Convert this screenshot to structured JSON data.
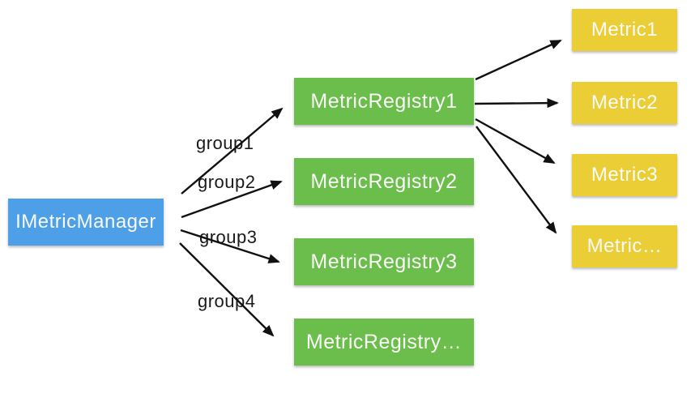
{
  "diagram": {
    "nodes": {
      "manager": {
        "label": "IMetricManager"
      },
      "registries": [
        {
          "label": "MetricRegistry1"
        },
        {
          "label": "MetricRegistry2"
        },
        {
          "label": "MetricRegistry3"
        },
        {
          "label": "MetricRegistry…"
        }
      ],
      "metrics": [
        {
          "label": "Metric1"
        },
        {
          "label": "Metric2"
        },
        {
          "label": "Metric3"
        },
        {
          "label": "Metric…"
        }
      ]
    },
    "edges": {
      "manager_to_registries": [
        {
          "from": "IMetricManager",
          "to": "MetricRegistry1",
          "label": "group1"
        },
        {
          "from": "IMetricManager",
          "to": "MetricRegistry2",
          "label": "group2"
        },
        {
          "from": "IMetricManager",
          "to": "MetricRegistry3",
          "label": "group3"
        },
        {
          "from": "IMetricManager",
          "to": "MetricRegistry…",
          "label": "group4"
        }
      ],
      "registry1_to_metrics": [
        {
          "from": "MetricRegistry1",
          "to": "Metric1"
        },
        {
          "from": "MetricRegistry1",
          "to": "Metric2"
        },
        {
          "from": "MetricRegistry1",
          "to": "Metric3"
        },
        {
          "from": "MetricRegistry1",
          "to": "Metric…"
        }
      ]
    },
    "colors": {
      "manager": "#4D9FE8",
      "registry": "#6BBE4B",
      "metric": "#EBCE35",
      "arrow": "#111111",
      "edge_label_text": "#1A1A1A",
      "node_text": "#FAFAF8",
      "background": "#FFFFFF"
    }
  }
}
